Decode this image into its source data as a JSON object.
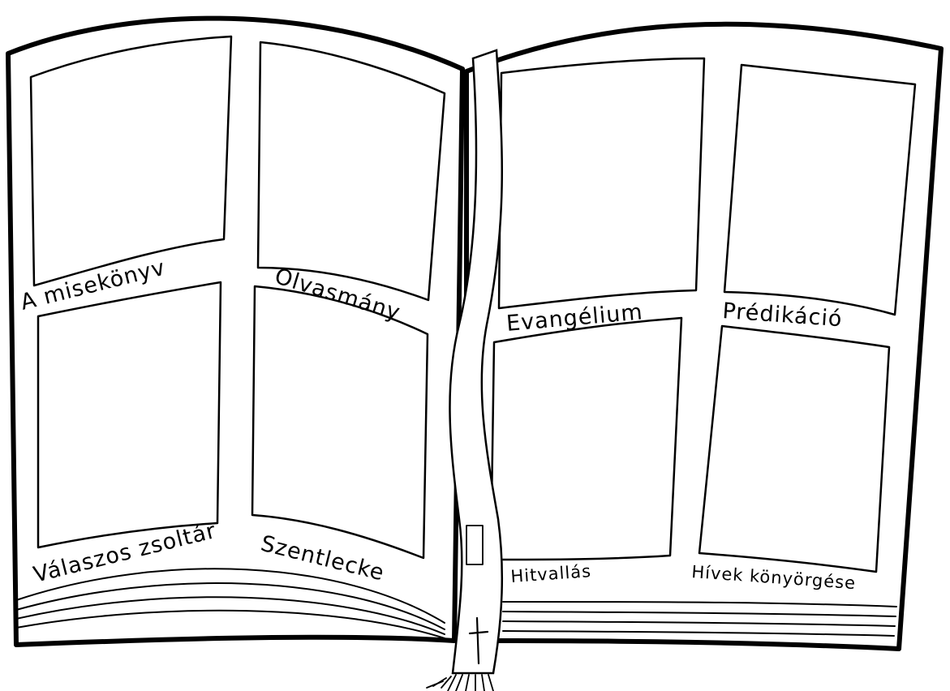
{
  "ink_color": "#000000",
  "paper_color": "#ffffff",
  "left_page": {
    "panels": [
      {
        "label": "A misekönyv"
      },
      {
        "label": "Olvasmány"
      },
      {
        "label": "Válaszos zsoltár"
      },
      {
        "label": "Szentlecke"
      }
    ]
  },
  "right_page": {
    "panels": [
      {
        "label": "Evangélium"
      },
      {
        "label": "Prédikáció"
      },
      {
        "label": "Hitvallás"
      },
      {
        "label": "Hívek könyörgése"
      }
    ]
  },
  "bookmark": {
    "icon": "cross-icon"
  }
}
